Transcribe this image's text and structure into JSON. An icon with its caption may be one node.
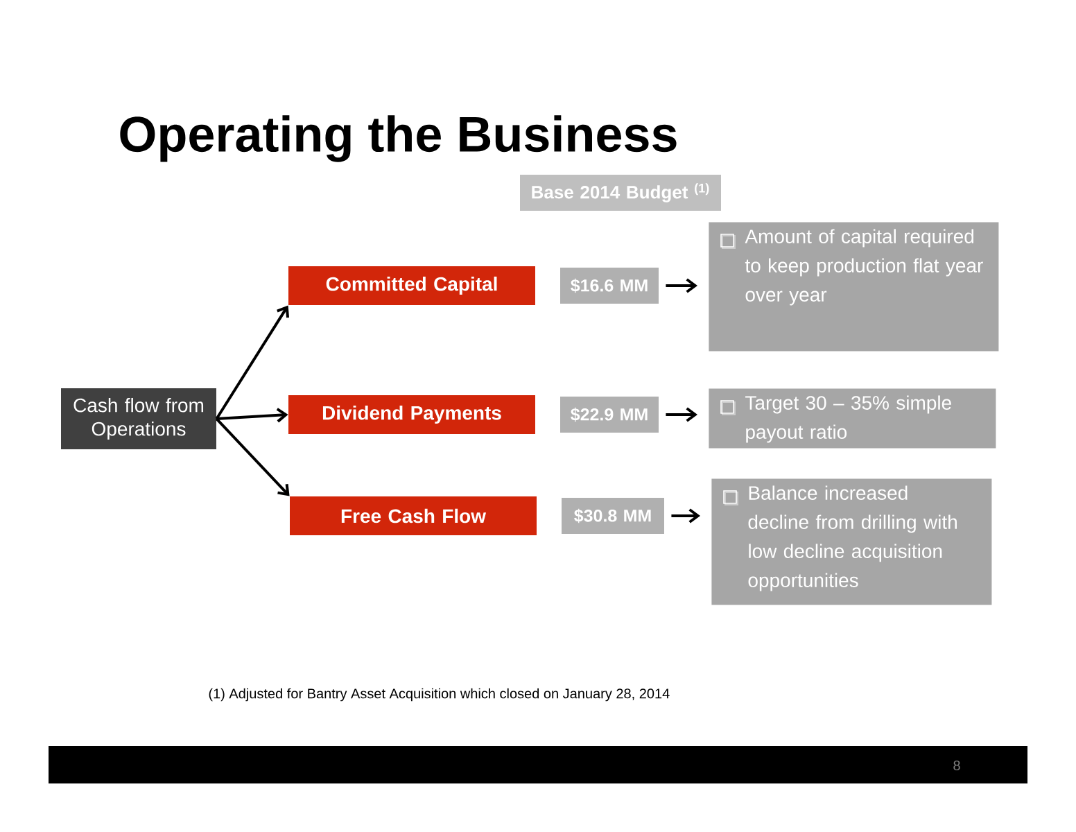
{
  "diagram": {
    "title": "Operating the Business",
    "nodes": [
      {
        "text": [
          "Cash flow from Operations"
        ]
      },
      {
        "text": [
          "Committed Capital"
        ]
      },
      {
        "text": [
          "Dividend Payments"
        ]
      },
      {
        "text": [
          "Free Cash Flow"
        ]
      },
      {
        "text": [
          "$16.6 MM"
        ]
      },
      {
        "text": [
          "$22.9 MM"
        ]
      },
      {
        "text": [
          "$30.8  MM"
        ]
      },
      {
        "text": [
          "Amount of capital required to keep production flat year over year"
        ]
      },
      {
        "text": [
          "Target 30 – 35% simple payout ratio"
        ]
      },
      {
        "text": [
          "Balance increased decline from drilling with low decline acquisition opportunities"
        ]
      },
      {
        "text": [
          "Base 2014 Budget $^{(1)}$"
        ]
      }
    ],
    "edges": [
      {
        "from": 0,
        "to": 1,
        "arrow": "to"
      },
      {
        "from": 0,
        "to": 2,
        "arrow": "to"
      },
      {
        "from": 0,
        "to": 3,
        "arrow": "to"
      },
      {
        "from": 4,
        "to": 7,
        "arrow": "to"
      },
      {
        "from": 5,
        "to": 8,
        "arrow": "to"
      },
      {
        "from": 6,
        "to": 9,
        "arrow": "to"
      }
    ],
    "labels": [
      "(1)  Adjusted for Bantry Asset Acquisition which closed on January 28, 2014",
      "8"
    ]
  }
}
